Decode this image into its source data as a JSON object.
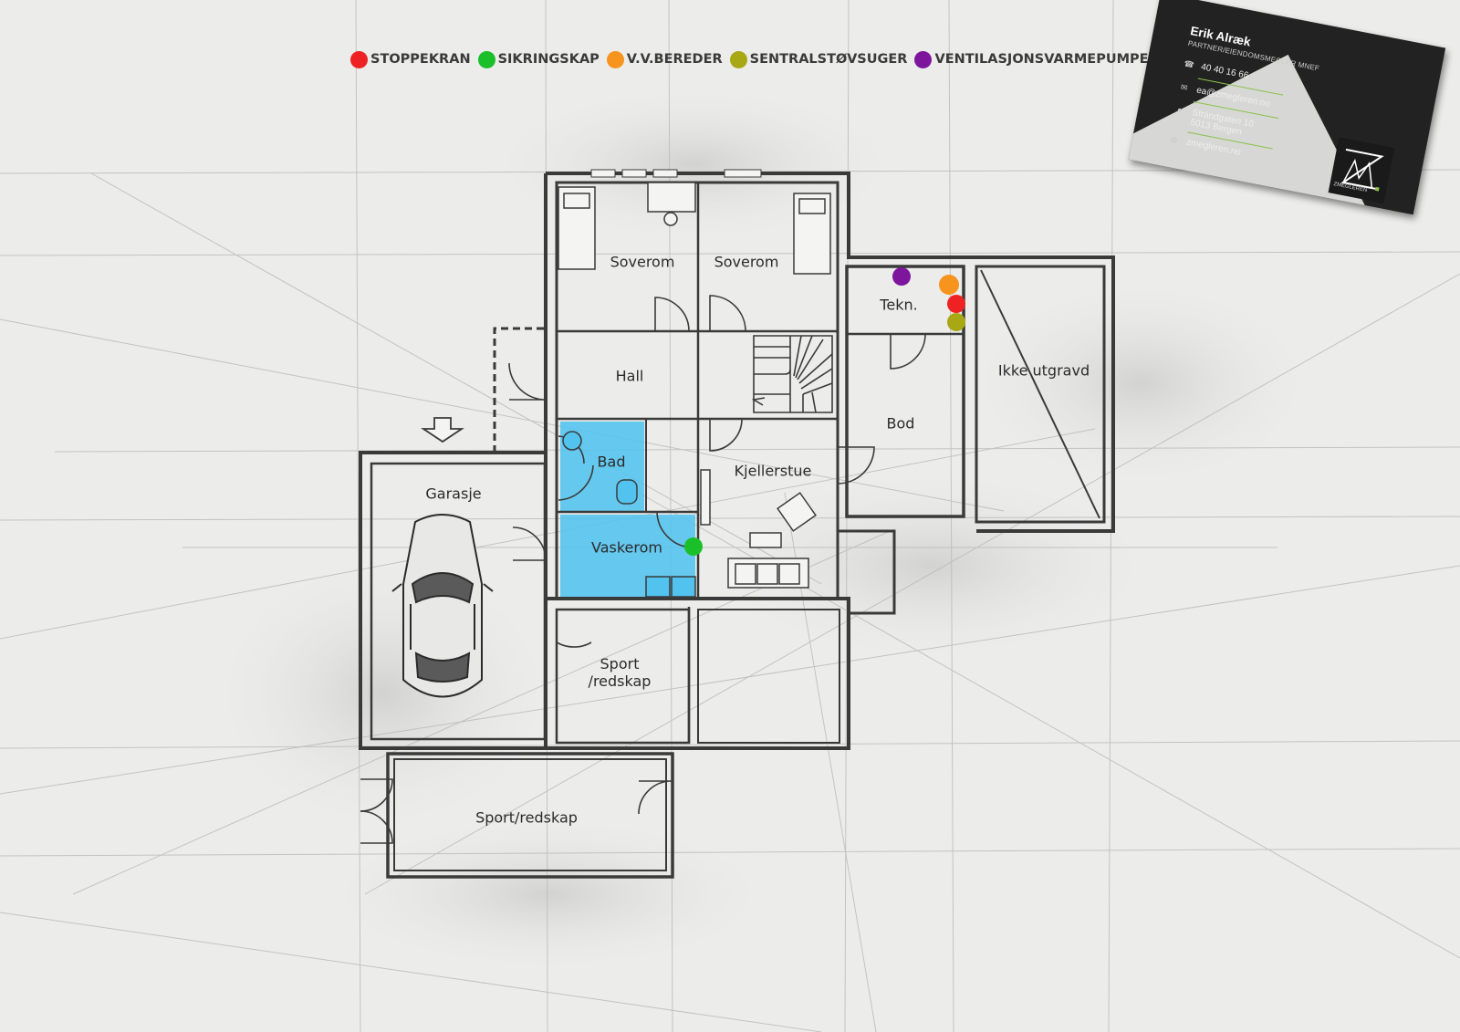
{
  "legend": [
    {
      "label": "STOPPEKRAN",
      "color": "#ee2222"
    },
    {
      "label": "SIKRINGSKAP",
      "color": "#1bbf2a"
    },
    {
      "label": "V.V.BEREDER",
      "color": "#f7941d"
    },
    {
      "label": "SENTRALSTØVSUGER",
      "color": "#a8a814"
    },
    {
      "label": "VENTILASJONSVARMEPUMPE",
      "color": "#7d169c"
    }
  ],
  "rooms": {
    "soverom_1": "Soverom",
    "soverom_2": "Soverom",
    "tekn": "Tekn.",
    "hall": "Hall",
    "ikke_utgravd": "Ikke utgravd",
    "bod": "Bod",
    "bad": "Bad",
    "garasje": "Garasje",
    "kjellerstue": "Kjellerstue",
    "vaskerom": "Vaskerom",
    "sport_redskap_1_line1": "Sport",
    "sport_redskap_1_line2": "/redskap",
    "sport_redskap_2": "Sport/redskap"
  },
  "highlight_color": "#52c3ee",
  "card": {
    "name": "Erik Alræk",
    "title": "PARTNER/EIENDOMSMEGLER MNEF",
    "phone": "40 40 16 66",
    "email": "ea@zmegleren.no",
    "address_line1": "Strandgaten 10",
    "address_line2": "5013 Bergen",
    "website": "zmegleren.no",
    "logo_text": "ZMEGLEREN",
    "phone_icon": "phone-icon",
    "email_icon": "envelope-icon",
    "address_icon": "map-pin-icon",
    "website_icon": "globe-icon"
  }
}
